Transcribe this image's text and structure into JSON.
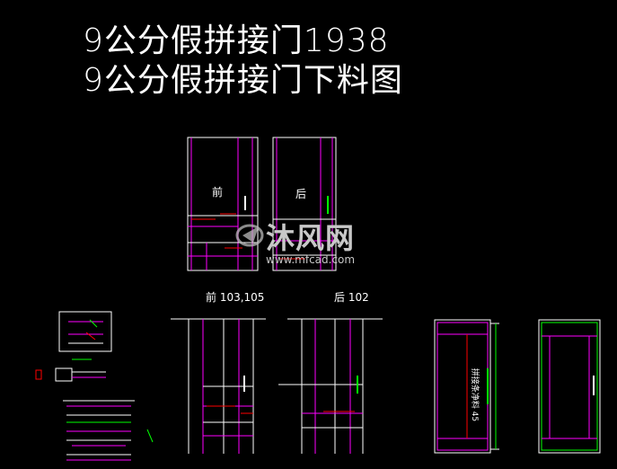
{
  "titles": {
    "line1": "9公分假拼接门1938",
    "line2": "9公分假拼接门下料图"
  },
  "labels": {
    "front": "前",
    "back": "后",
    "front_parts": "前 103,105",
    "back_parts": "后 102",
    "side_note": "拼接条净料 45"
  },
  "watermark": {
    "name": "沐风网",
    "url": "www.mfcad.com"
  },
  "colors": {
    "background": "#000000",
    "magenta": "#ff00ff",
    "white": "#ffffff",
    "red": "#ff0000",
    "green": "#00ff00",
    "yellow": "#ffff00"
  }
}
